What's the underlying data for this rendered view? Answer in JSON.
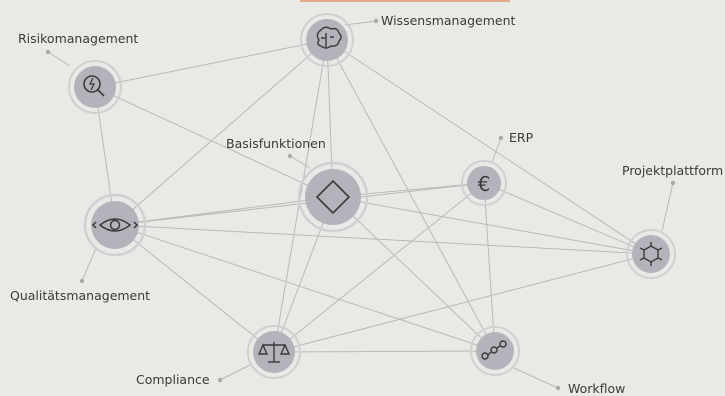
{
  "diagram": {
    "nodes": [
      {
        "id": "wissen",
        "label": "Wissensmanagement",
        "icon": "brain-icon"
      },
      {
        "id": "risiko",
        "label": "Risikomanagement",
        "icon": "risk-magnifier-icon"
      },
      {
        "id": "basis",
        "label": "Basisfunktionen",
        "icon": "diamond-icon"
      },
      {
        "id": "erp",
        "label": "ERP",
        "icon": "euro-icon"
      },
      {
        "id": "projekt",
        "label": "Projektplattform",
        "icon": "hexagon-network-icon"
      },
      {
        "id": "qualitaet",
        "label": "Qualitätsmanagement",
        "icon": "eye-icon"
      },
      {
        "id": "compliance",
        "label": "Compliance",
        "icon": "scales-icon"
      },
      {
        "id": "workflow",
        "label": "Workflow",
        "icon": "workflow-chain-icon"
      }
    ],
    "colors": {
      "background": "#e9e9e5",
      "node_fill": "#b3b3bb",
      "node_ring": "#d2d2d4",
      "edge": "#b9b9b9",
      "accent": "#e07b3e"
    }
  }
}
